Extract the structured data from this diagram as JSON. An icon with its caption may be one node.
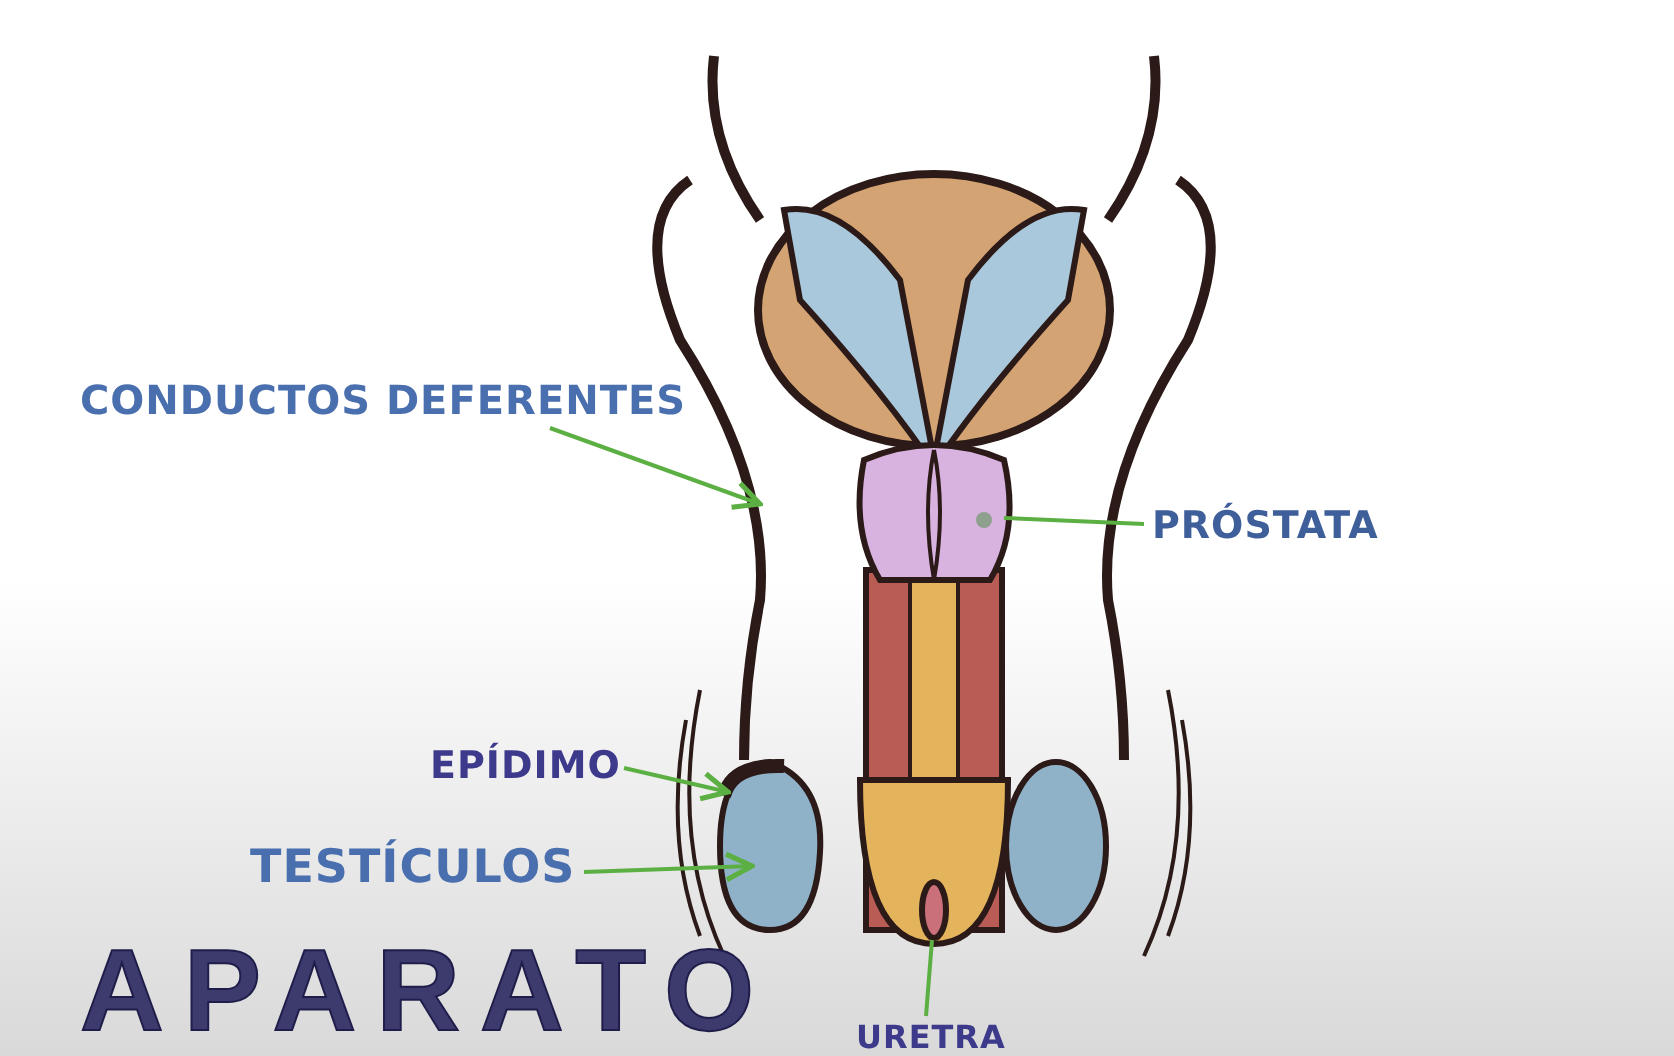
{
  "diagram": {
    "title": "APARATO",
    "nodes": [
      {
        "text": [
          "CONDUCTOS DEFERENTES"
        ]
      },
      {
        "text": [],
        "shape": "picture"
      },
      {
        "text": [
          "PRÓSTATA"
        ]
      },
      {
        "text": [],
        "shape": "picture"
      },
      {
        "text": [
          "EPÍDIMO"
        ]
      },
      {
        "text": [],
        "shape": "picture",
        "in": 7
      },
      {
        "text": [
          "TESTÍCULOS"
        ]
      },
      {
        "text": [],
        "shape": "picture"
      },
      {
        "text": [
          "URETRA"
        ]
      },
      {
        "text": [],
        "shape": "circle"
      }
    ],
    "edges": [
      {
        "from": 0,
        "to": 1,
        "arrow": "to"
      },
      {
        "from": 2,
        "to": 3,
        "arrow": "none"
      },
      {
        "from": 4,
        "to": 5,
        "arrow": "to"
      },
      {
        "from": 6,
        "to": 7,
        "arrow": "to"
      },
      {
        "from": 8,
        "to": 9,
        "arrow": "none"
      }
    ]
  }
}
